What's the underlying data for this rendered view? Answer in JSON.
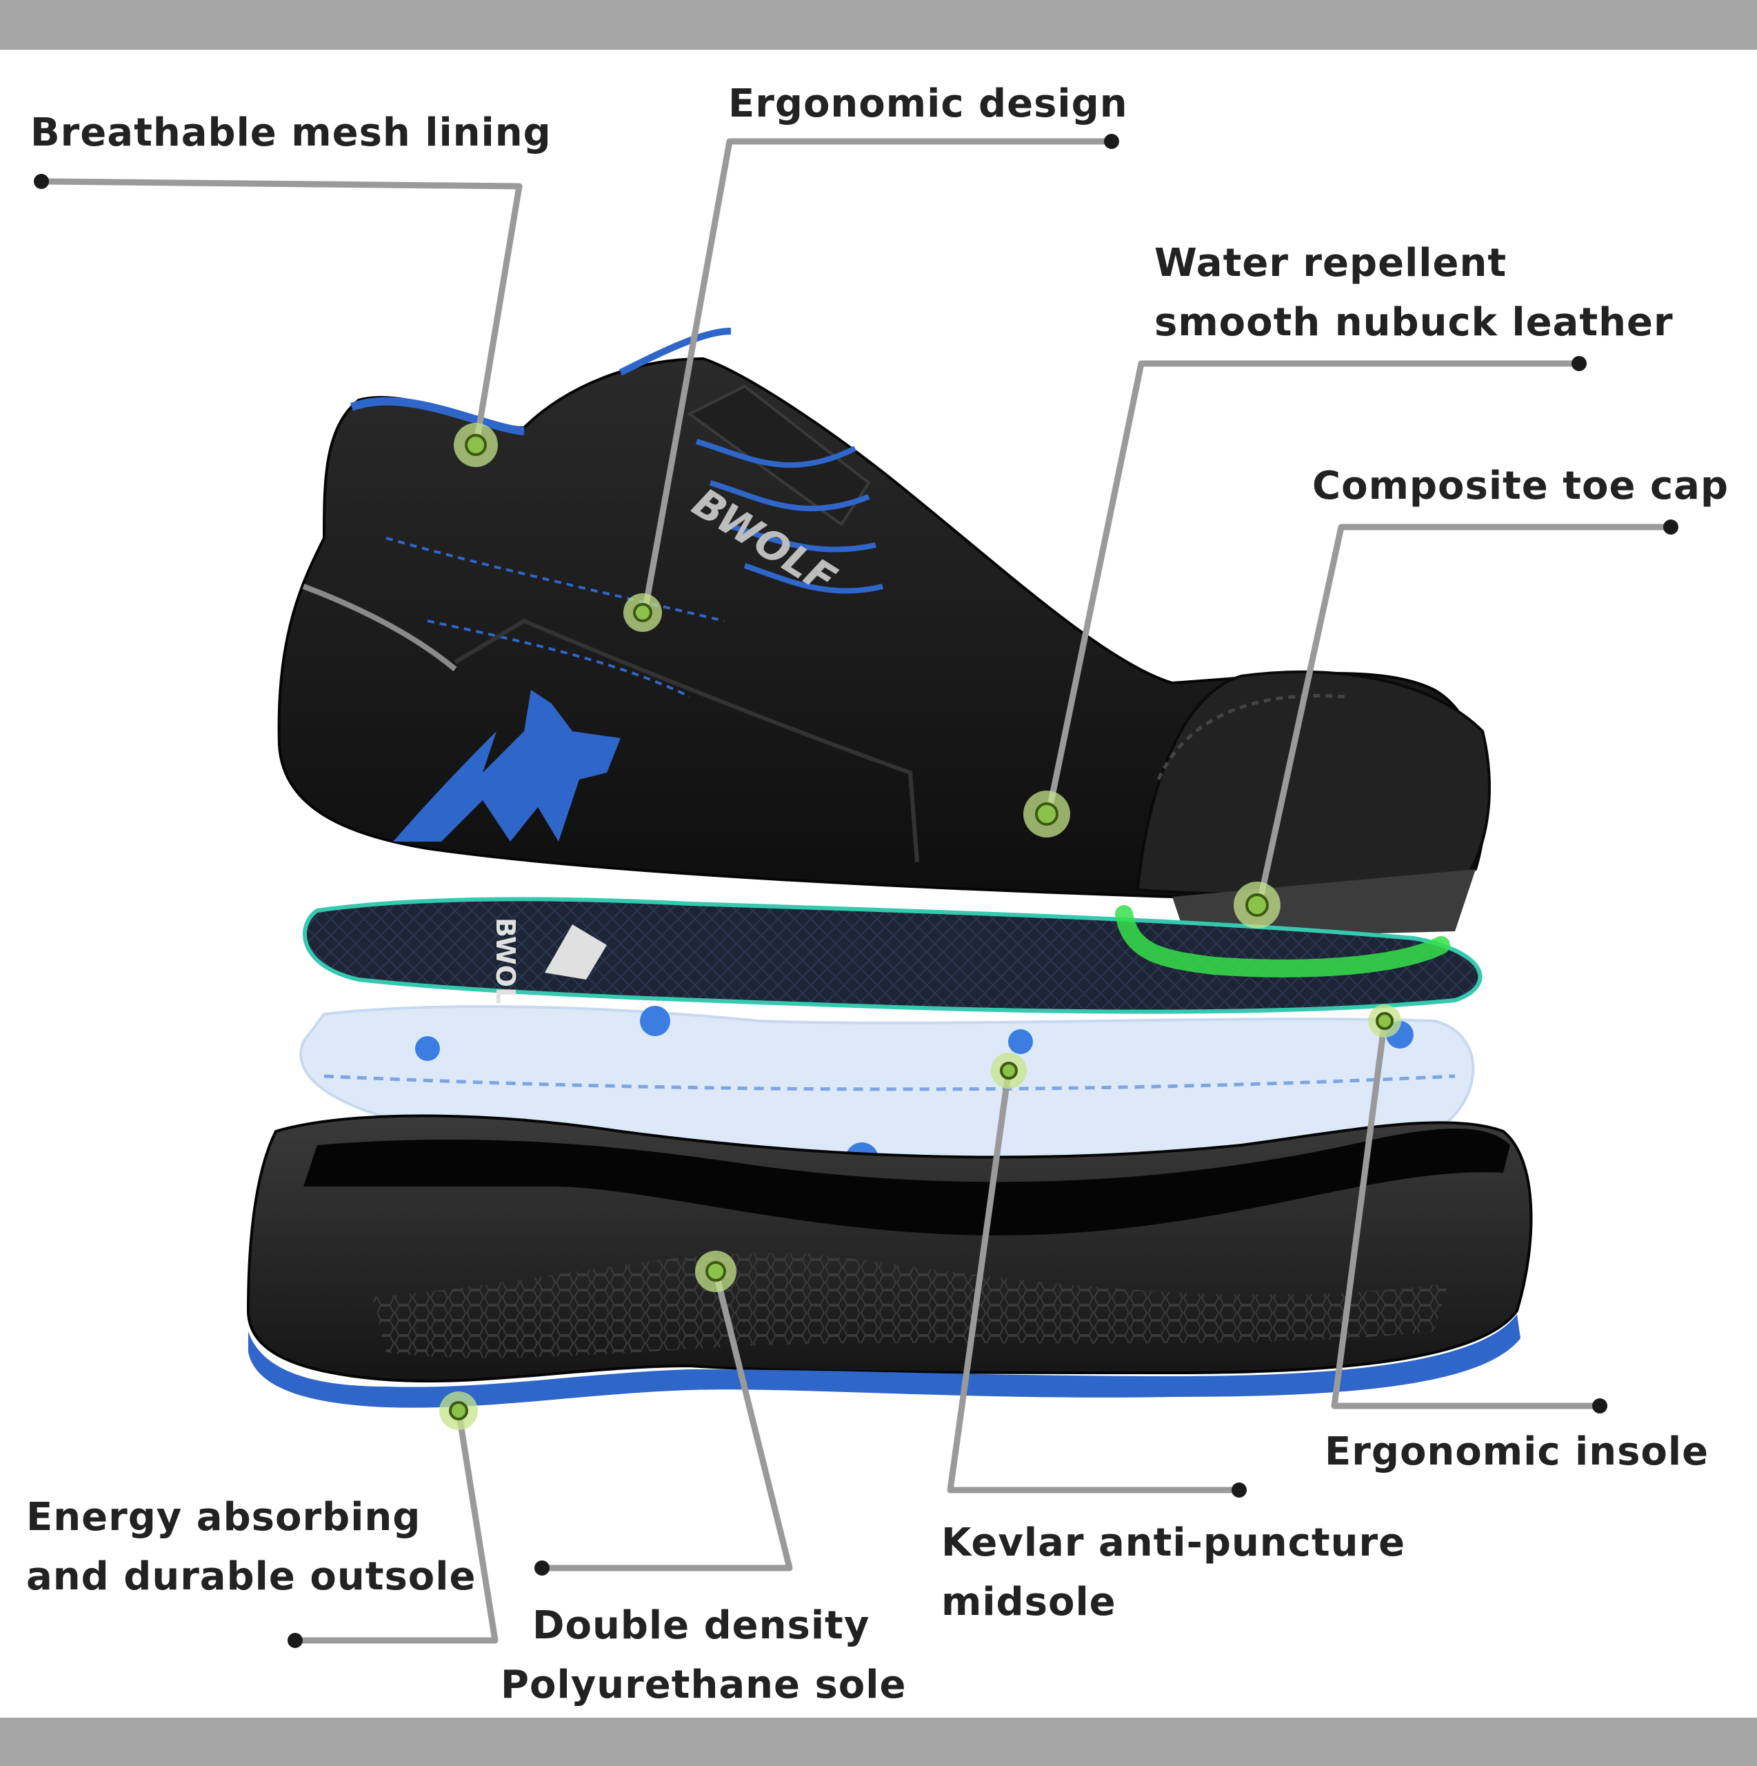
{
  "colors": {
    "text": "#222222",
    "leader_line": "#9a9a9a",
    "endpoint_dot": "#1a1a1a",
    "marker_glow": "#c4e48a",
    "marker_core": "#8bc34a",
    "accent_blue": "#2f66c9",
    "frame_bar": "#a5a5a5"
  },
  "brand": {
    "logo_text": "BWOLF"
  },
  "labels": {
    "breathable_mesh_lining": "Breathable mesh lining",
    "ergonomic_design": "Ergonomic design",
    "water_repellent_line1": "Water repellent",
    "water_repellent_line2": "smooth nubuck leather",
    "composite_toe_cap": "Composite toe cap",
    "ergonomic_insole": "Ergonomic insole",
    "kevlar_line1": "Kevlar anti-puncture",
    "kevlar_line2": "midsole",
    "double_density_line1": "Double density",
    "double_density_line2": "Polyurethane sole",
    "energy_line1": "Energy absorbing",
    "energy_line2": "and durable outsole"
  }
}
